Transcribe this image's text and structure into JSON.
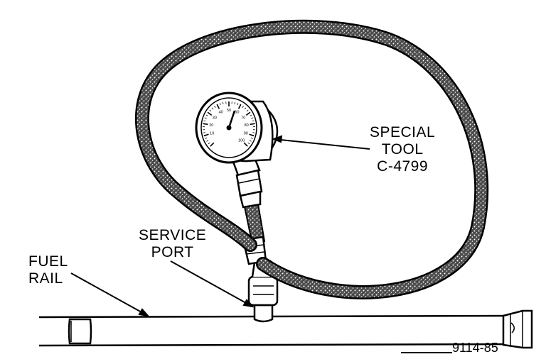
{
  "labels": {
    "fuel_rail": [
      "FUEL",
      "RAIL"
    ],
    "service_port": [
      "SERVICE",
      "PORT"
    ],
    "special_tool": [
      "SPECIAL",
      "TOOL",
      "C-4799"
    ]
  },
  "figure_number": "9114-85",
  "gauge": {
    "dial_numbers": [
      "10",
      "20",
      "30",
      "40",
      "50",
      "60",
      "70",
      "80",
      "90",
      "100"
    ]
  },
  "colors": {
    "ink": "#000000",
    "paper": "#ffffff",
    "hose_fill": "#5a5a5a"
  }
}
